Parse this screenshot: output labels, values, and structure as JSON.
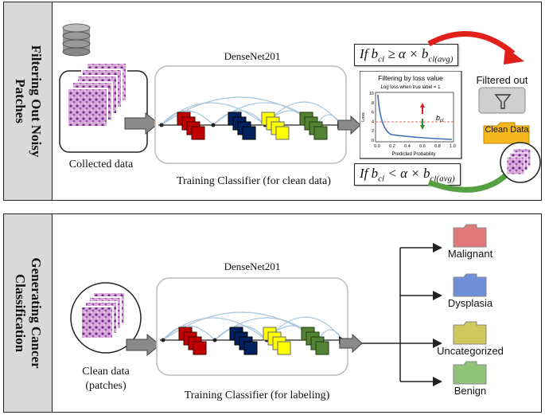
{
  "top_panel": {
    "title": "Filtering Out Noisy Patches",
    "model_name": "DenseNet201",
    "collected_label": "Collected data",
    "training_label": "Training Classifier (for clean data)",
    "cond_high": {
      "prefix": "If b",
      "sub": "cl",
      "mid": " ≥ α × b",
      "sub2": "cl(avg)"
    },
    "cond_low": {
      "prefix": "If b",
      "sub": "cl",
      "mid": " < α × b",
      "sub2": "cl(avg)"
    },
    "filtered_label": "Filtered out",
    "clean_label": "Clean Data",
    "loss_chart": {
      "title": "Filtering by loss value",
      "subtitle": "Log loss when true label = 1",
      "ylabel": "Loss",
      "xlabel": "Predicted Probability",
      "threshold_label": "b",
      "threshold_sub": "cl",
      "xticks": [
        "0.0",
        "0.2",
        "0.4",
        "0.6",
        "0.8",
        "1.0"
      ],
      "yticks": [
        "0",
        "2",
        "4",
        "6",
        "8",
        "10"
      ]
    }
  },
  "bottom_panel": {
    "title": "Generating Cancer Classification",
    "model_name": "DenseNet201",
    "clean_label_1": "Clean data",
    "clean_label_2": "(patches)",
    "training_label": "Training Classifier (for labeling)",
    "classes": [
      {
        "label": "Malignant",
        "color": "#e07a7a"
      },
      {
        "label": "Dysplasia",
        "color": "#6f8fd8"
      },
      {
        "label": "Uncategorized",
        "color": "#cfc85a"
      },
      {
        "label": "Benign",
        "color": "#8fc47a"
      }
    ]
  },
  "colors": {
    "block_red": "#c00000",
    "block_blue": "#002060",
    "block_yellow": "#ffff00",
    "block_green": "#548235",
    "arrow_red": "#e0201a",
    "arrow_green": "#56a042"
  }
}
